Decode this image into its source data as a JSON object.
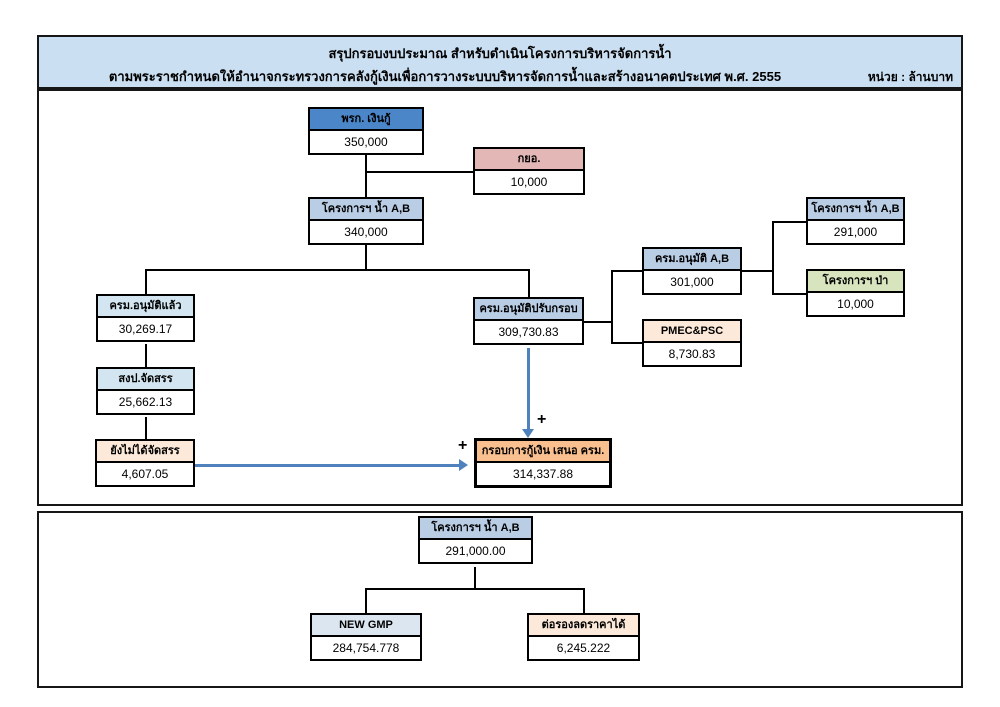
{
  "header": {
    "title_line1": "สรุปกรอบงบประมาณ สำหรับดำเนินโครงการบริหารจัดการน้ำ",
    "title_line2": "ตามพระราชกำหนดให้อำนาจกระทรวงการคลังกู้เงินเพื่อการวางระบบบริหารจัดการน้ำและสร้างอนาคตประเทศ พ.ศ. 2555",
    "unit_label": "หน่วย : ล้านบาท"
  },
  "colors": {
    "title_bg": "#cbdff2",
    "header_strong_blue": "#4a86c8",
    "header_blue": "#b9cde5",
    "header_pale_blue": "#d2e5f0",
    "header_paler_blue": "#dce6f1",
    "header_pink": "#e3b7b6",
    "header_peach": "#fde9d9",
    "header_green": "#d7e4bd",
    "header_orange": "#f9bf8f",
    "arrow_blue": "#4f81bd",
    "line_black": "#000000"
  },
  "diagram": {
    "plus_sign": "+",
    "nodes": [
      {
        "id": "prk-loan",
        "label": "พรก. เงินกู้",
        "value": "350,000"
      },
      {
        "id": "kyo",
        "label": "กยอ.",
        "value": "10,000"
      },
      {
        "id": "project-water-ab",
        "label": "โครงการฯ น้ำ A,B",
        "value": "340,000"
      },
      {
        "id": "crm-approved",
        "label": "ครม.อนุมัติแล้ว",
        "value": "30,269.17"
      },
      {
        "id": "sngp-allocated",
        "label": "สงป.จัดสรร",
        "value": "25,662.13"
      },
      {
        "id": "not-yet-allocated",
        "label": "ยังไม่ได้จัดสรร",
        "value": "4,607.05"
      },
      {
        "id": "crm-adjusted-frame",
        "label": "ครม.อนุมัติปรับกรอบ",
        "value": "309,730.83"
      },
      {
        "id": "crm-approved-ab",
        "label": "ครม.อนุมัติ A,B",
        "value": "301,000"
      },
      {
        "id": "pmec-psc",
        "label": "PMEC&PSC",
        "value": "8,730.83"
      },
      {
        "id": "project-water-ab-right",
        "label": "โครงการฯ น้ำ A,B",
        "value": "291,000"
      },
      {
        "id": "project-forest",
        "label": "โครงการฯ ป่า",
        "value": "10,000"
      },
      {
        "id": "loan-frame-proposed",
        "label": "กรอบการกู้เงิน เสนอ ครม.",
        "value": "314,337.88"
      },
      {
        "id": "project-water-ab-bottom",
        "label": "โครงการฯ น้ำ A,B",
        "value": "291,000.00"
      },
      {
        "id": "new-gmp",
        "label": "NEW GMP",
        "value": "284,754.778"
      },
      {
        "id": "negotiated-discount",
        "label": "ต่อรองลดราคาได้",
        "value": "6,245.222"
      }
    ]
  }
}
